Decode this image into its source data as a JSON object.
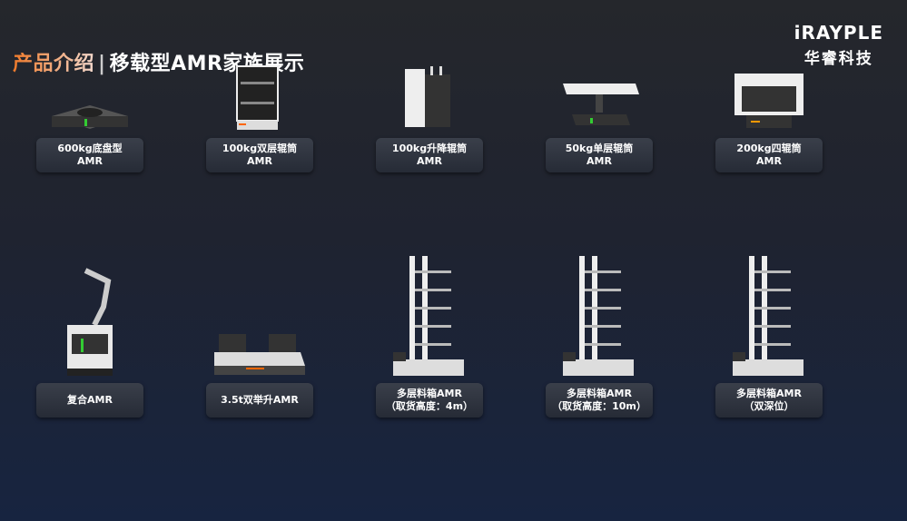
{
  "header": {
    "title_accent": "产品介绍",
    "separator": "|",
    "title_main": "移载型AMR家族展示"
  },
  "logo": {
    "en": "iRAYPLE",
    "cn": "华睿科技"
  },
  "products": [
    {
      "line1": "600kg底盘型",
      "line2": "AMR",
      "icon": "chassis-amr-icon"
    },
    {
      "line1": "100kg双层辊筒",
      "line2": "AMR",
      "icon": "double-roller-amr-icon"
    },
    {
      "line1": "100kg升降辊筒",
      "line2": "AMR",
      "icon": "lift-roller-amr-icon"
    },
    {
      "line1": "50kg单层辊筒",
      "line2": "AMR",
      "icon": "single-roller-amr-icon"
    },
    {
      "line1": "200kg四辊筒",
      "line2": "AMR",
      "icon": "four-roller-amr-icon"
    },
    {
      "line1": "复合AMR",
      "line2": "",
      "icon": "composite-arm-amr-icon"
    },
    {
      "line1": "3.5t双举升AMR",
      "line2": "",
      "icon": "dual-lift-amr-icon"
    },
    {
      "line1": "多层料箱AMR",
      "line2": "（取货高度：4m）",
      "icon": "multi-tier-bin-amr-icon"
    },
    {
      "line1": "多层料箱AMR",
      "line2": "（取货高度：10m）",
      "icon": "multi-tier-bin-amr-icon"
    },
    {
      "line1": "多层料箱AMR",
      "line2": "（双深位）",
      "icon": "multi-tier-bin-amr-icon"
    }
  ]
}
